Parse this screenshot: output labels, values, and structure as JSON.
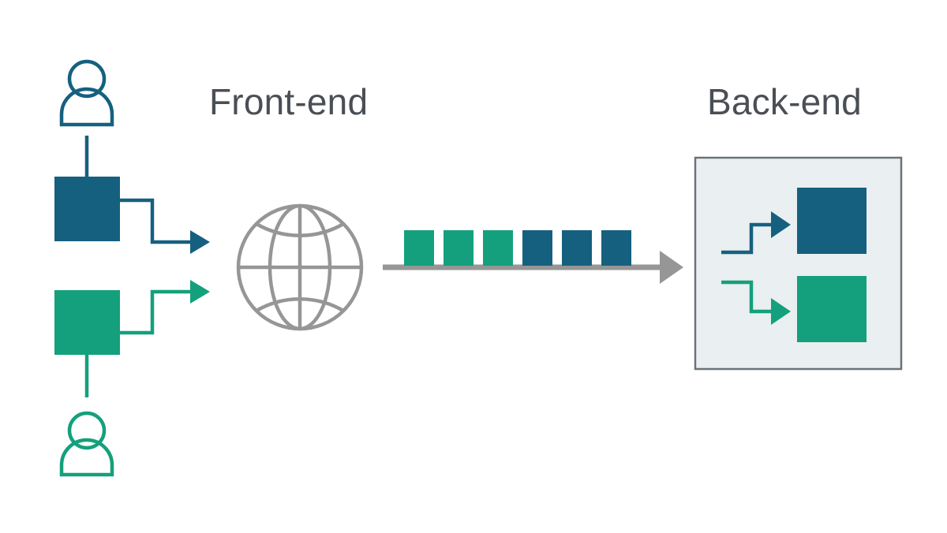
{
  "diagram": {
    "title_front": "Front-end",
    "title_back": "Back-end",
    "colors": {
      "blue": "#16607f",
      "teal": "#14a07c",
      "gray": "#969696",
      "panel_fill": "#eaeff1",
      "panel_border": "#6b7279",
      "text": "#4a4f55",
      "background": "#ffffff"
    },
    "front_end": {
      "actors": [
        {
          "name": "user-top",
          "color": "#16607f"
        },
        {
          "name": "user-bottom",
          "color": "#14a07c"
        }
      ],
      "client_blocks": [
        {
          "name": "client-block-blue",
          "color": "#16607f"
        },
        {
          "name": "client-block-teal",
          "color": "#14a07c"
        }
      ],
      "network_icon": "globe-icon"
    },
    "transport": {
      "arrow_icon": "right-arrow-icon",
      "packets": [
        {
          "index": 1,
          "color": "#14a07c"
        },
        {
          "index": 2,
          "color": "#14a07c"
        },
        {
          "index": 3,
          "color": "#14a07c"
        },
        {
          "index": 4,
          "color": "#16607f"
        },
        {
          "index": 5,
          "color": "#16607f"
        },
        {
          "index": 6,
          "color": "#16607f"
        }
      ]
    },
    "back_end": {
      "panel": {
        "name": "back-end-panel"
      },
      "services": [
        {
          "name": "service-block-blue",
          "color": "#16607f",
          "arrow": "blue-step-arrow-up"
        },
        {
          "name": "service-block-teal",
          "color": "#14a07c",
          "arrow": "teal-step-arrow-down"
        }
      ]
    }
  }
}
